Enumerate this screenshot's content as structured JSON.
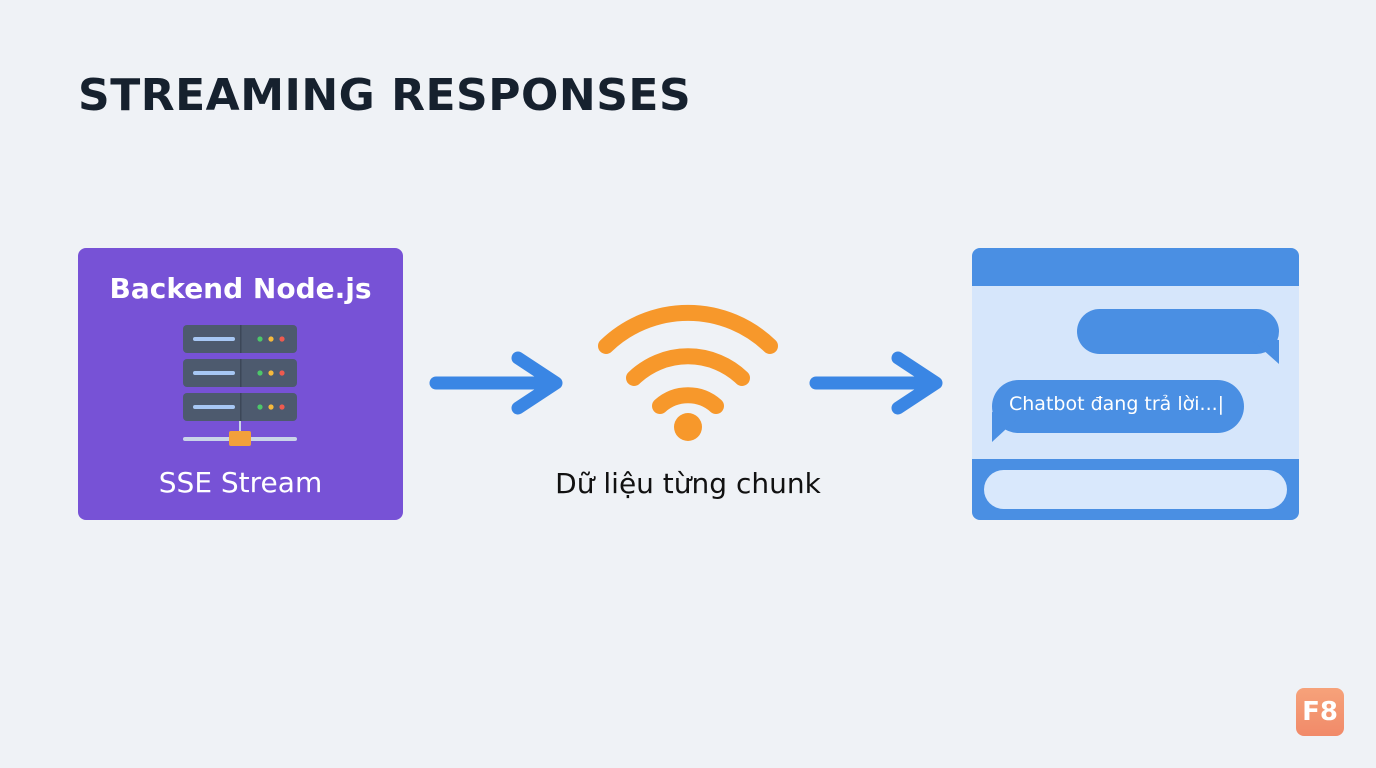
{
  "title": "STREAMING RESPONSES",
  "backend": {
    "title": "Backend Node.js",
    "subtitle": "SSE Stream",
    "color": "#7752d6"
  },
  "transport": {
    "label": "Dữ liệu từng chunk",
    "icon": "wifi-icon",
    "color": "#f7982b"
  },
  "chat": {
    "bot_message": "Chatbot đang trả lời...",
    "cursor": "|",
    "accent": "#4a8fe3"
  },
  "arrow_color": "#3a86e4",
  "logo": {
    "text": "F8"
  }
}
